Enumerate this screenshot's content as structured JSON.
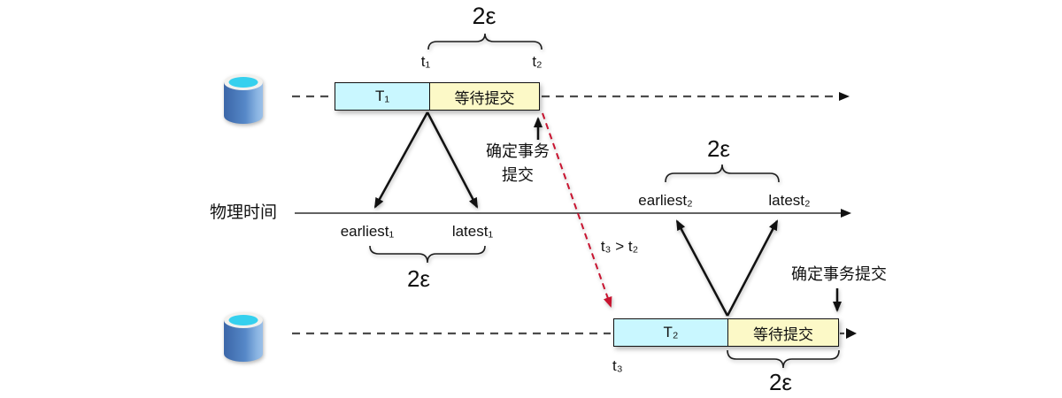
{
  "diagram": {
    "physical_time": "物理时间",
    "epsilon": "2ε",
    "causality": "t₃ > t₂",
    "machine1": {
      "transaction": "T₁",
      "commit_wait": "等待提交",
      "t1": "t₁",
      "t2": "t₂",
      "earliest": "earliest₁",
      "latest": "latest₁",
      "commit_note_line1": "确定事务",
      "commit_note_line2": "提交"
    },
    "machine2": {
      "transaction": "T₂",
      "commit_wait": "等待提交",
      "t3": "t₃",
      "earliest": "earliest₂",
      "latest": "latest₂",
      "commit_note": "确定事务提交"
    },
    "colors": {
      "transaction_fill": "#c9f7ff",
      "commit_wait_fill": "#fcf9c7",
      "causality_arrow_red": "#c81430",
      "database_blue": "#4d82c4",
      "database_top_cyan": "#35d0ee"
    }
  }
}
